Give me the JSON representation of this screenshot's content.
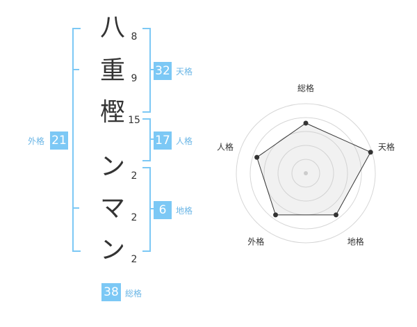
{
  "name_chars": [
    {
      "char": "八",
      "strokes": "8"
    },
    {
      "char": "重",
      "strokes": "9"
    },
    {
      "char": "樫",
      "strokes": "15"
    },
    {
      "char": "ン",
      "strokes": "2"
    },
    {
      "char": "マ",
      "strokes": "2"
    },
    {
      "char": "ン",
      "strokes": "2"
    }
  ],
  "scores": {
    "tenkaku": {
      "value": "32",
      "label": "天格"
    },
    "jinkaku": {
      "value": "17",
      "label": "人格"
    },
    "chikaku": {
      "value": "6",
      "label": "地格"
    },
    "gaikaku": {
      "value": "21",
      "label": "外格"
    },
    "soukaku": {
      "value": "38",
      "label": "総格"
    }
  },
  "colors": {
    "accent": "#7cc8f5",
    "label": "#6bb6e6",
    "text": "#333333"
  },
  "chart_data": {
    "type": "radar",
    "axes": [
      "総格",
      "天格",
      "地格",
      "外格",
      "人格"
    ],
    "values": [
      0.72,
      0.98,
      0.74,
      0.74,
      0.74
    ],
    "rings": 4
  }
}
